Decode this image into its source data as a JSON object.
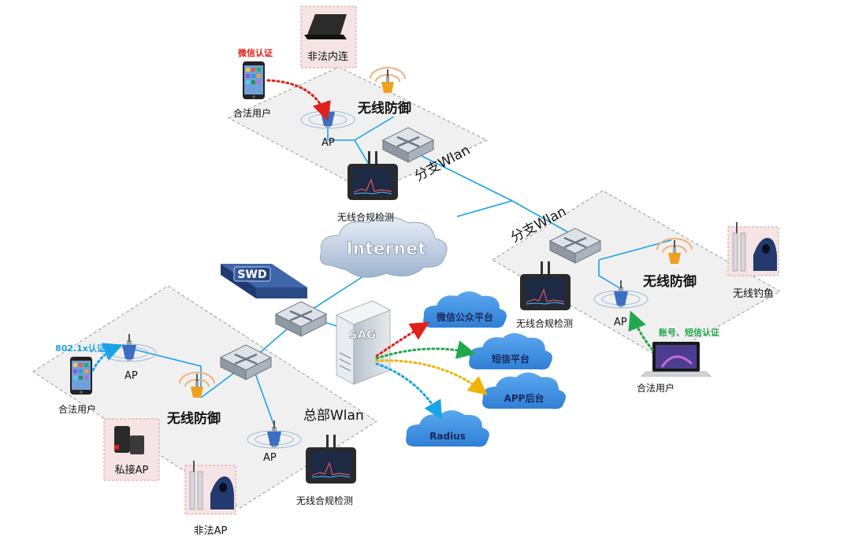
{
  "top_zone": {
    "title": "无线防御",
    "ap_label": "AP",
    "detector_label": "无线合规检测",
    "wlan_label": "分支Wlan"
  },
  "right_zone": {
    "title": "无线防御",
    "ap_label": "AP",
    "detector_label": "无线合规检测",
    "wlan_label": "分支Wlan"
  },
  "bottom_zone": {
    "title": "无线防御",
    "ap_left_label": "AP",
    "ap_right_label": "AP",
    "detector_label": "无线合规检测",
    "wlan_label": "总部Wlan"
  },
  "threats": {
    "illegal_connect": "非法内连",
    "wifi_phishing": "无线钓鱼",
    "private_ap": "私接AP",
    "rogue_ap": "非法AP"
  },
  "users": {
    "top_user": "合法用户",
    "right_user": "合法用户",
    "left_user": "合法用户"
  },
  "auth": {
    "wechat": "微信认证",
    "sms": "账号、短信认证",
    "dot1x": "802.1x认证"
  },
  "core": {
    "internet": "Internet",
    "swd": "SWD",
    "sag": "SAG"
  },
  "clouds": {
    "wechat_platform": "微信公众平台",
    "sms_platform": "短信平台",
    "app_backend": "APP后台",
    "radius": "Radius"
  },
  "colors": {
    "link": "#1aa3e6",
    "red_path": "#e0201b",
    "green_path": "#22a84a",
    "yellow_path": "#f2b300",
    "blue_path": "#1aa3e6",
    "cloud": "#3d8fe0",
    "zone_fill": "#f0f0f0",
    "zone_stroke": "#9a9a9a"
  }
}
